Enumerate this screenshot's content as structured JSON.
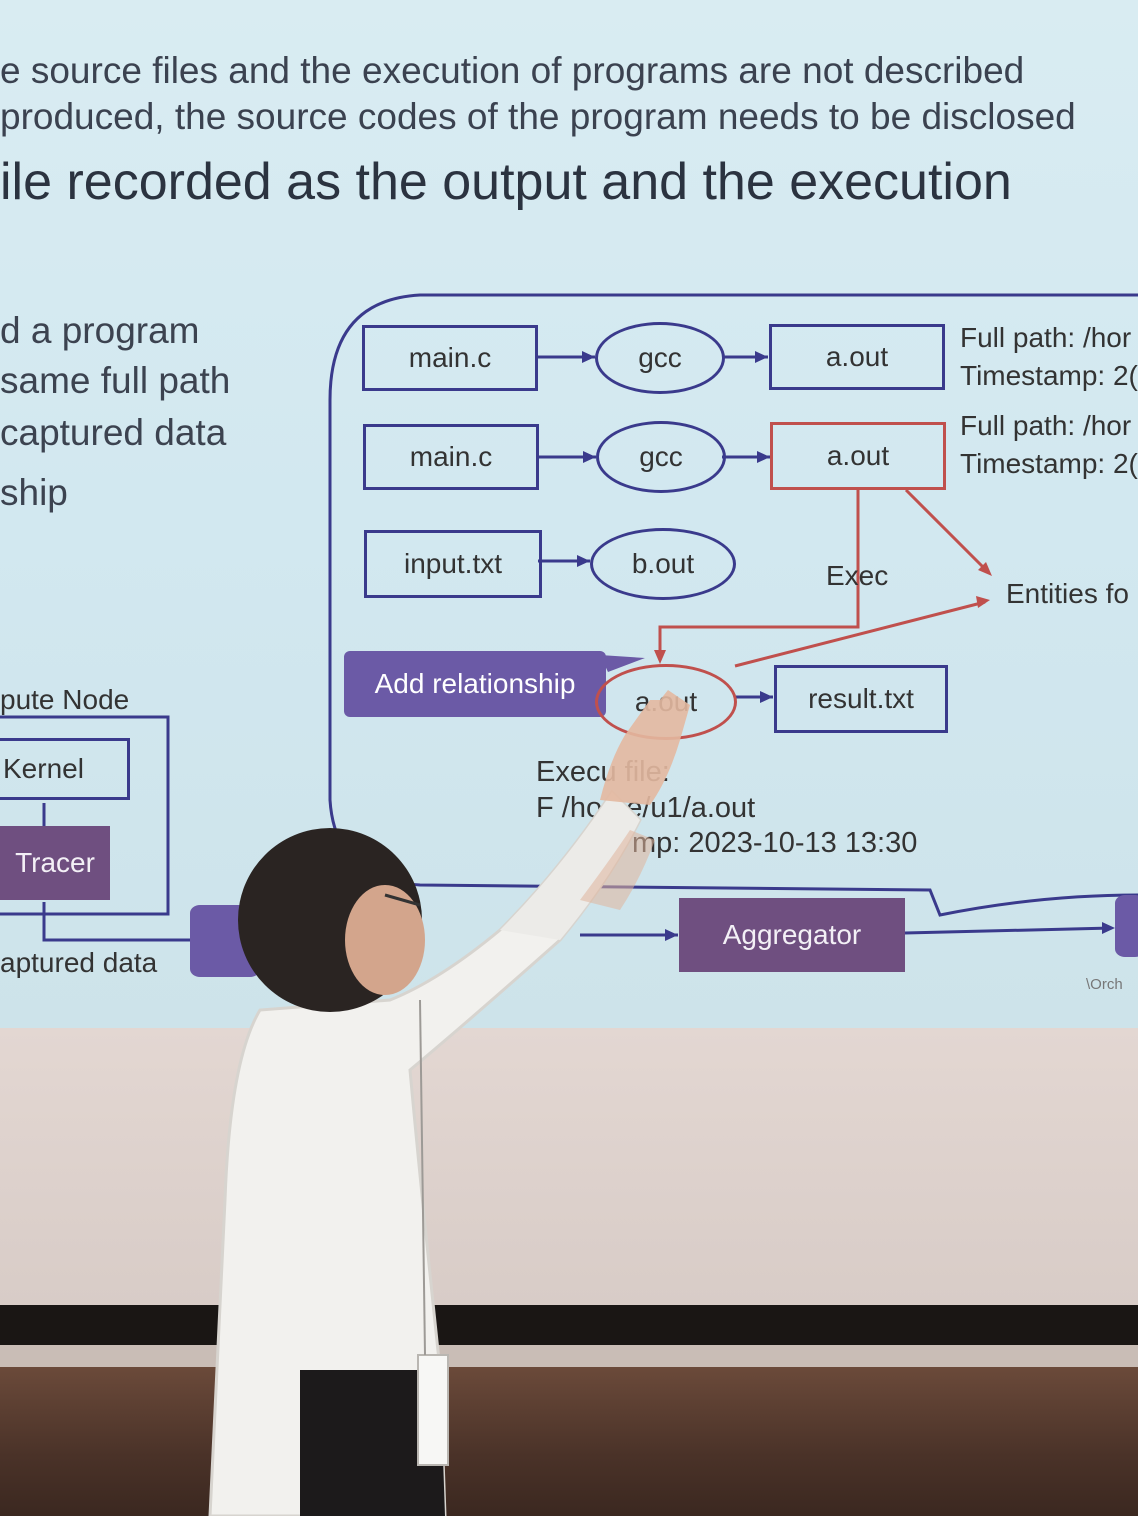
{
  "slide": {
    "line1": "e source files and the execution of programs are not described",
    "line2": " produced, the source codes of the program needs to be disclosed",
    "heading": "ile recorded as the output and the execution",
    "bullets": [
      "d a program",
      "same full path",
      "captured data",
      "ship"
    ],
    "compute_node_label": "pute Node",
    "kernel_label": "Kernel",
    "tracer_label": "Tracer",
    "captured_data_label": "aptured data"
  },
  "diagram": {
    "row1": {
      "src": "main.c",
      "proc": "gcc",
      "out": "a.out",
      "info_path": "Full path: /hor",
      "info_time": "Timestamp: 2("
    },
    "row2": {
      "src": "main.c",
      "proc": "gcc",
      "out": "a.out",
      "info_path": "Full path: /hor",
      "info_time": "Timestamp: 2("
    },
    "row3": {
      "src": "input.txt",
      "proc": "b.out"
    },
    "exec_label": "Exec",
    "entities_label": "Entities fo",
    "add_relationship": "Add relationship",
    "aout_exec": "a.out",
    "result": "result.txt",
    "exec_file_line1": "Execu    file:",
    "exec_file_line2": "F        /home/u1/a.out",
    "exec_file_line3": "mp: 2023-10-13 13:30",
    "aggregator": "Aggregator",
    "orch_label": "\\Orch"
  },
  "colors": {
    "box_border": "#3a3a8c",
    "highlight_red": "#c0504d",
    "accent_purple": "#6b5aa6",
    "aggregator_purple": "#6f4f80"
  }
}
